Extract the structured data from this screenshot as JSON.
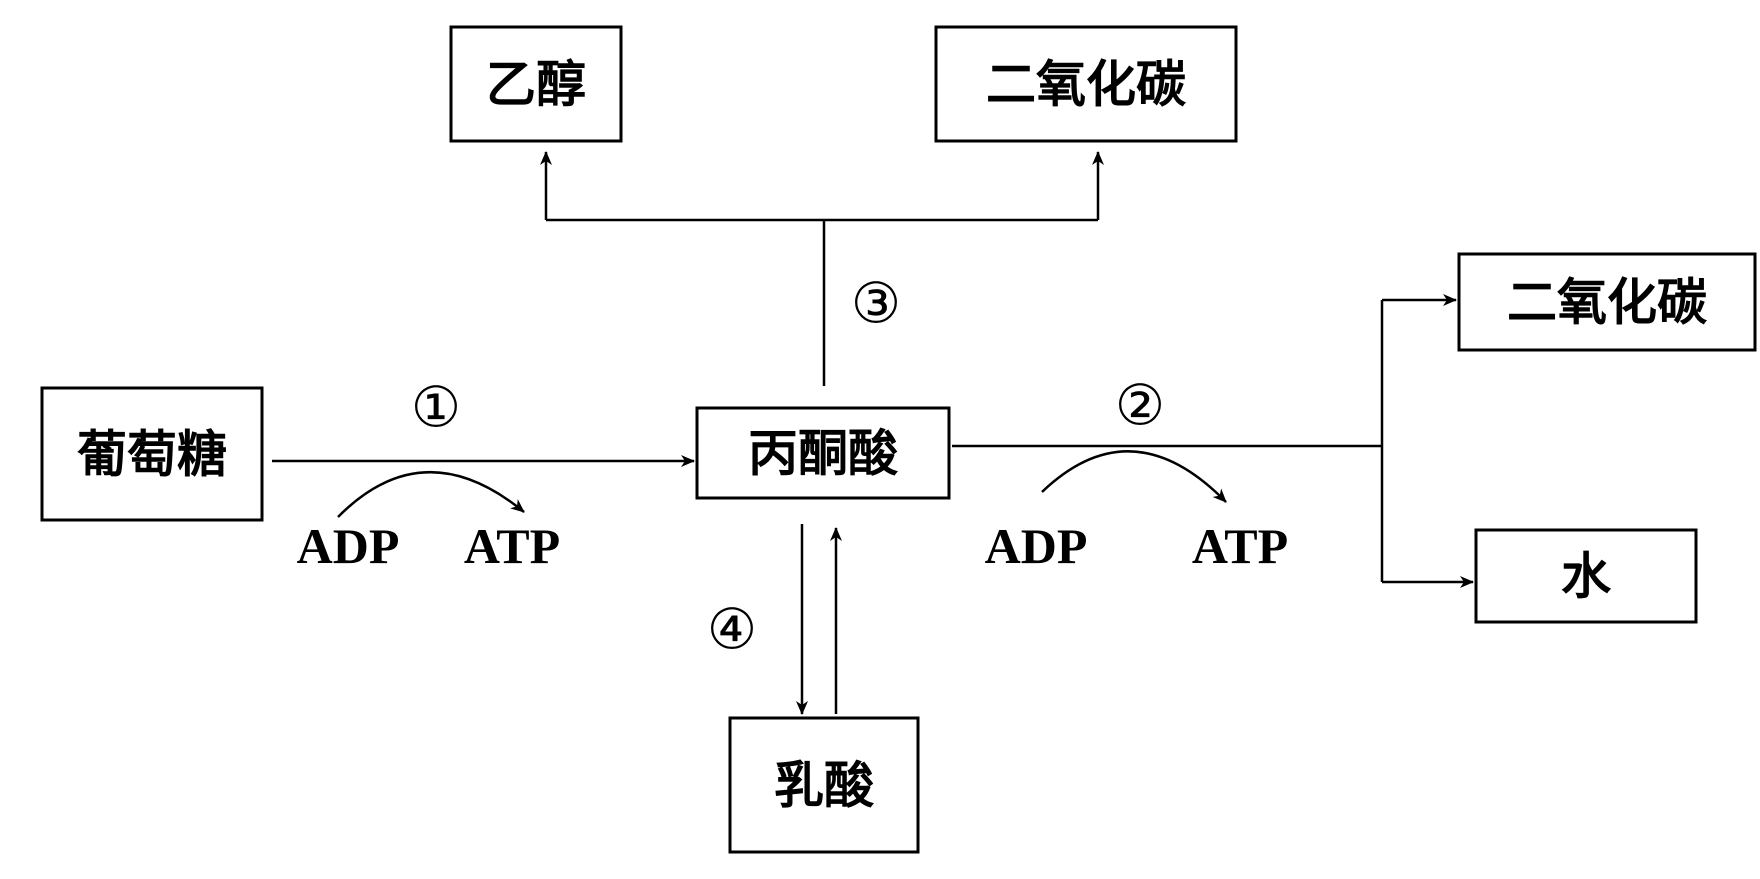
{
  "nodes": {
    "ethanol": "乙醇",
    "co2_top": "二氧化碳",
    "co2_right": "二氧化碳",
    "glucose": "葡萄糖",
    "pyruvate": "丙酮酸",
    "water": "水",
    "lactate": "乳酸"
  },
  "labels": {
    "adp_1": "ADP",
    "atp_1": "ATP",
    "adp_2": "ADP",
    "atp_2": "ATP"
  },
  "steps": {
    "s1": "①",
    "s2": "②",
    "s3": "③",
    "s4": "④"
  }
}
